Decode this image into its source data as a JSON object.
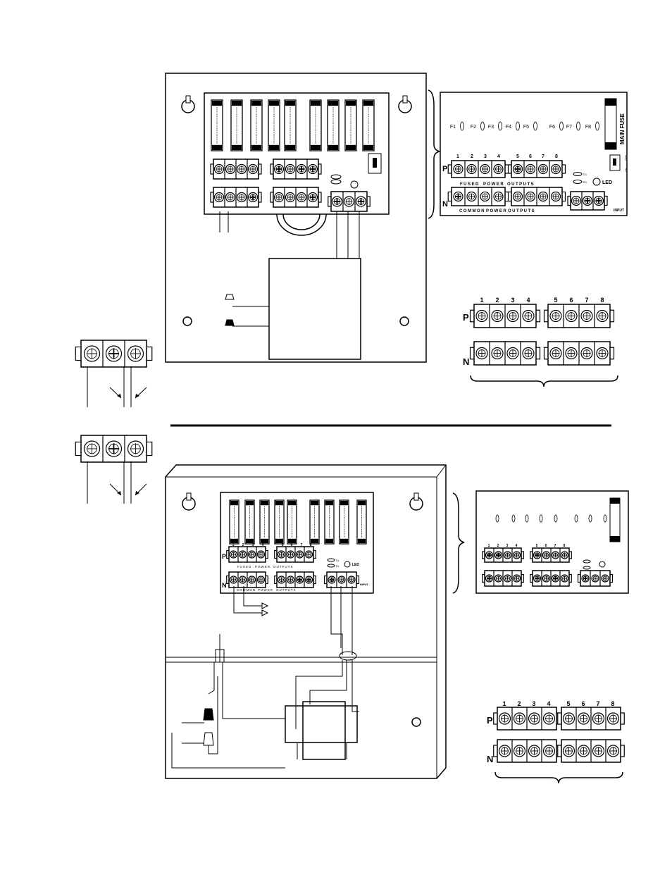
{
  "labels": {
    "fused_power_outputs": [
      "FUSED",
      "POWER",
      "OUTPUTS"
    ],
    "common_power_outputs": [
      "COMMON",
      "POWER",
      "OUTPUTS"
    ],
    "led": "LED",
    "input": "INPUT",
    "main_fuse": "MAIN FUSE",
    "row_p": "P",
    "row_n": "N",
    "fuses": [
      "F1",
      "F2",
      "F3",
      "F4",
      "F5",
      "F6",
      "F7",
      "F8"
    ],
    "outputs": [
      "1",
      "2",
      "3",
      "4",
      "5",
      "6",
      "7",
      "8"
    ],
    "switch_marks": [
      "OFF",
      "ON"
    ],
    "led_marks": [
      "D1",
      "R1"
    ]
  }
}
